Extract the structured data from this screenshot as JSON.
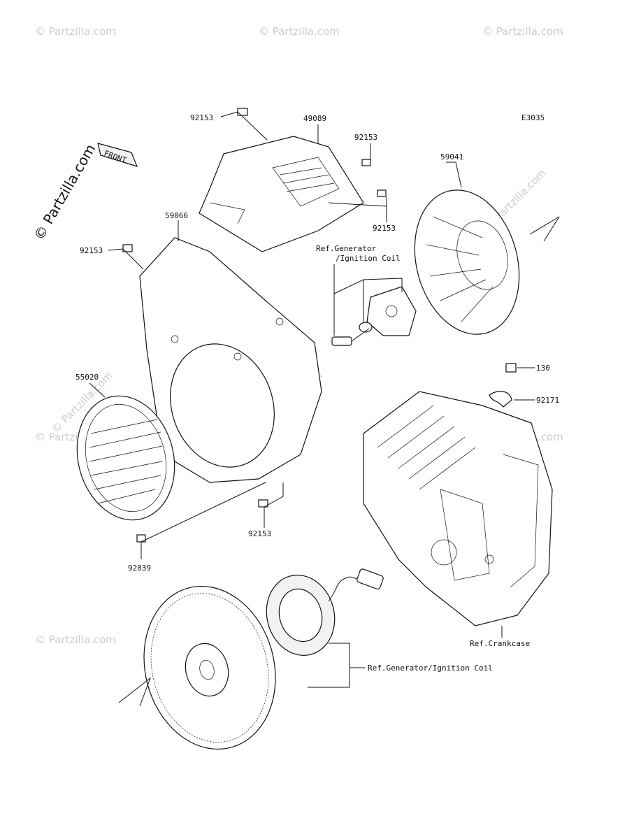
{
  "diagram_code": "E3035",
  "watermark": "© Partzilla.com",
  "logo": {
    "front_label": "FRONT",
    "brand": "© Partzilla.com"
  },
  "callouts": {
    "bolt_top": "92153",
    "cover_top": "49089",
    "bolt_cover_right": "92153",
    "bolt_cover_lower": "92153",
    "fan": "59041",
    "shroud": "59066",
    "bolt_shroud_left": "92153",
    "ref_generator": "Ref.Generator",
    "ref_ignition": "/Ignition Coil",
    "screen": "55020",
    "bolt_130": "130",
    "clamp": "92171",
    "bolt_shroud_bottom": "92153",
    "screw_screen": "92039",
    "ref_crankcase": "Ref.Crankcase",
    "ref_generator_ignition": "Ref.Generator/Ignition Coil"
  }
}
